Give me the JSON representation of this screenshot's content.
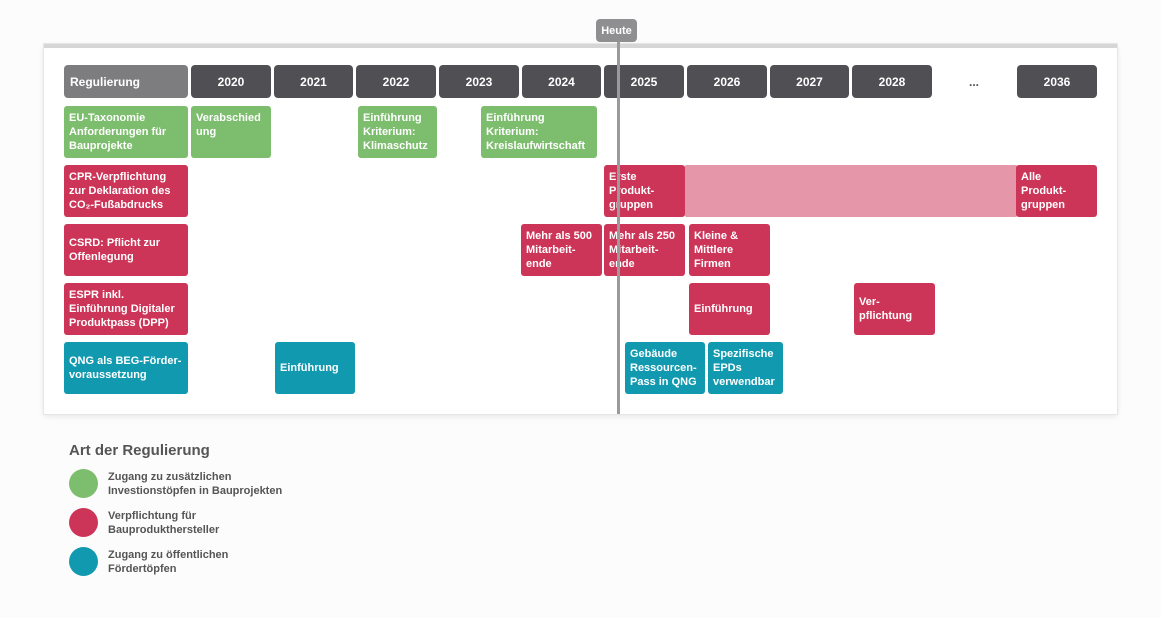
{
  "marker": {
    "label": "Heute"
  },
  "header": {
    "regulation_label": "Regulierung",
    "years": [
      "2020",
      "2021",
      "2022",
      "2023",
      "2024",
      "2025",
      "2026",
      "2027",
      "2028"
    ],
    "ellipsis": "...",
    "last_year": "2036"
  },
  "rows": {
    "eu": {
      "label": "EU-Taxonomie\nAnforderungen für\nBauprojekte",
      "events": [
        "Verabschied\nung",
        "Einführung\nKriterium:\nKlimaschutz",
        "Einführung\nKriterium:\nKreislaufwirtschaft"
      ]
    },
    "cpr": {
      "label": "CPR-Verpflichtung\nzur Deklaration des\nCO₂-Fußabdrucks",
      "events": [
        "Erste\nProdukt-\ngruppen",
        "Alle\nProdukt-\ngruppen"
      ]
    },
    "csrd": {
      "label": "CSRD: Pflicht zur\nOffenlegung",
      "events": [
        "Mehr als 500\nMitarbeit-\nende",
        "Mehr als 250\nMitarbeit-\nende",
        "Kleine &\nMittlere\nFirmen"
      ]
    },
    "espr": {
      "label": "ESPR inkl.\nEinführung Digitaler\nProduktpass (DPP)",
      "events": [
        "Einführung",
        "Ver-\npflichtung"
      ]
    },
    "qng": {
      "label": "QNG als BEG-Förder-\nvoraussetzung",
      "events": [
        "Einführung",
        "Gebäude\nRessourcen-\nPass in QNG",
        "Spezifische\nEPDs\nverwendbar"
      ]
    }
  },
  "legend": {
    "title": "Art der Regulierung",
    "items": [
      {
        "label": "Zugang zu zusätzlichen\nInvestionstöpfen in Bauprojekten",
        "color": "#7dbd6e"
      },
      {
        "label": "Verpflichtung für\nBauprodukthersteller",
        "color": "#cc3558"
      },
      {
        "label": "Zugang zu öffentlichen\nFördertöpfen",
        "color": "#1199b0"
      }
    ]
  },
  "colors": {
    "green": "#7dbd6e",
    "red": "#cc3558",
    "pink": "#e597a9",
    "teal": "#1199b0",
    "year_header": "#505054"
  }
}
